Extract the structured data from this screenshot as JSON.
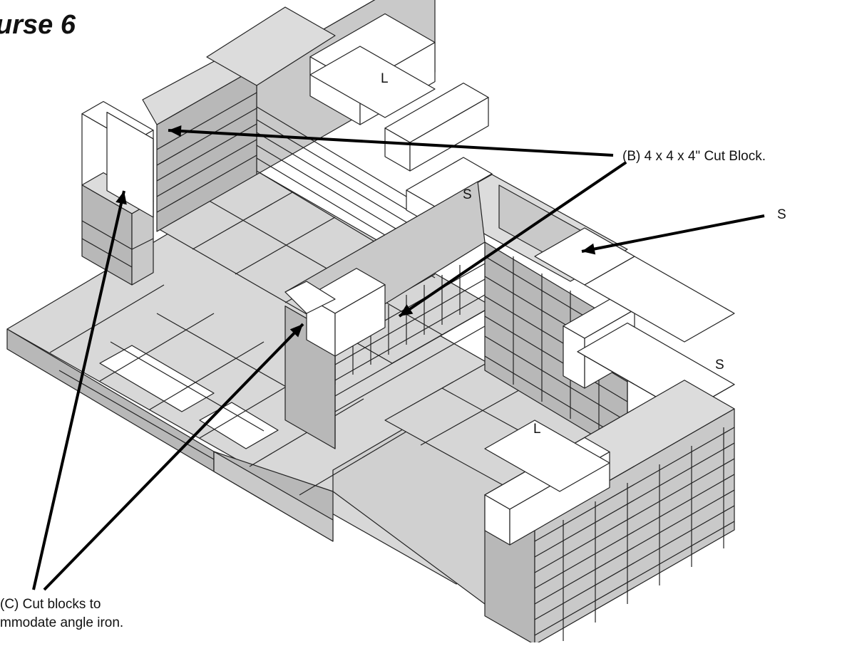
{
  "heading": "urse 6",
  "callouts": {
    "b": "(B) 4 x 4 x 4\" Cut Block.",
    "s": "S",
    "c_line1": "(C) Cut blocks to",
    "c_line2": "mmodate angle iron."
  },
  "block_marks": {
    "l_back": "L",
    "s_back": "S",
    "s_right": "S",
    "l_front": "L"
  },
  "colors": {
    "top_face": "#dcdcdc",
    "left_face": "#b8b8b8",
    "right_face": "#c9c9c9",
    "white_block": "#ffffff",
    "line": "#222222"
  }
}
